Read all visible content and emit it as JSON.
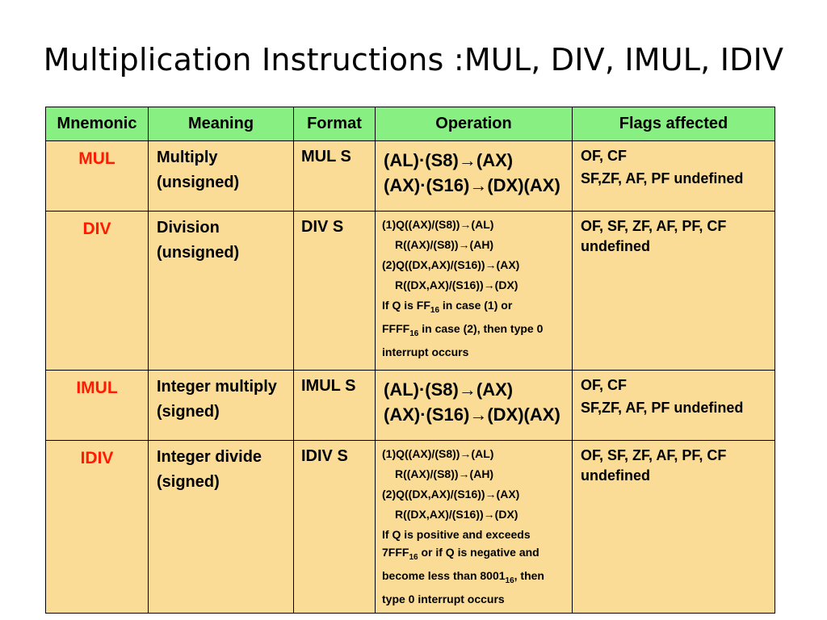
{
  "slide": {
    "title": "Multiplication Instructions :MUL, DIV, IMUL, IDIV"
  },
  "table": {
    "headers": [
      "Mnemonic",
      "Meaning",
      "Format",
      "Operation",
      "Flags affected"
    ],
    "rows": [
      {
        "mnemonic": "MUL",
        "meaning": [
          "Multiply",
          "(unsigned)"
        ],
        "format": "MUL S",
        "operation": [
          "(AL)·(S8)→(AX)",
          "(AX)·(S16)→(DX)(AX)"
        ],
        "flags": [
          "OF, CF",
          "SF,ZF, AF, PF undefined"
        ]
      },
      {
        "mnemonic": "DIV",
        "meaning": [
          "Division",
          "(unsigned)"
        ],
        "format": "DIV S",
        "operation": [
          "(1)Q((AX)/(S8))→(AL)",
          "R((AX)/(S8))→(AH)",
          "(2)Q((DX,AX)/(S16))→(AX)",
          "R((DX,AX)/(S16))→(DX)"
        ],
        "note": {
          "p1": "If Q is FF",
          "s1": "16",
          "p2": " in case (1) or",
          "p3": "FFFF",
          "s2": "16",
          "p4": " in case (2), then type 0",
          "p5": "interrupt occurs"
        },
        "flags": [
          "OF, SF, ZF, AF, PF, CF",
          "undefined"
        ]
      },
      {
        "mnemonic": "IMUL",
        "meaning": [
          "Integer multiply",
          "(signed)"
        ],
        "format": "IMUL S",
        "operation": [
          "(AL)·(S8)→(AX)",
          "(AX)·(S16)→(DX)(AX)"
        ],
        "flags": [
          "OF, CF",
          "SF,ZF, AF, PF undefined"
        ]
      },
      {
        "mnemonic": "IDIV",
        "meaning": [
          "Integer divide",
          "(signed)"
        ],
        "format": "IDIV S",
        "operation": [
          "(1)Q((AX)/(S8))→(AL)",
          "R((AX)/(S8))→(AH)",
          "(2)Q((DX,AX)/(S16))→(AX)",
          "R((DX,AX)/(S16))→(DX)"
        ],
        "note": {
          "p1": "If Q is positive and exceeds",
          "p2": "7FFF",
          "s1": "16",
          "p3": " or if Q is negative and",
          "p4": "become less than 8001",
          "s2": "16",
          "p5": ", then",
          "p6": "type 0 interrupt occurs"
        },
        "flags": [
          "OF, SF, ZF, AF, PF, CF",
          "undefined"
        ]
      }
    ]
  },
  "colors": {
    "header_bg": "#88f082",
    "cell_bg": "#fbdc96",
    "mnemonic_text": "#ff1a00"
  }
}
